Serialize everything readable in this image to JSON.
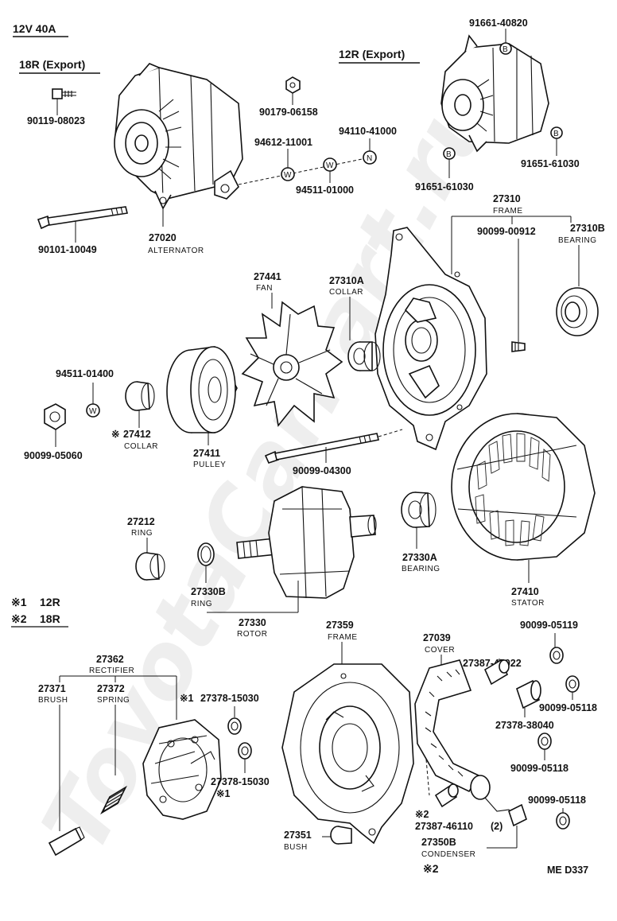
{
  "header": {
    "spec": "12V 40A",
    "variant_18r": "18R (Export)",
    "variant_12r": "12R (Export)"
  },
  "notes": {
    "note1_mark": "※1",
    "note1_text": "12R",
    "note2_mark": "※2",
    "note2_text": "18R"
  },
  "footer": {
    "code": "ME  D337"
  },
  "watermark": "ToyotaCarPart.ru",
  "parts": {
    "p90119": "90119-08023",
    "p90179": "90179-06158",
    "p94612": "94612-11001",
    "p94110": "94110-41000",
    "p94511a": "94511-01000",
    "p90101": "90101-10049",
    "p27020": "27020",
    "p27020_name": "ALTERNATOR",
    "p91661": "91661-40820",
    "p91651a": "91651-61030",
    "p91651b": "91651-61030",
    "p27310": "27310",
    "p27310_name": "FRAME",
    "p90099_00912": "90099-00912",
    "p27310b": "27310B",
    "p27310b_name": "BEARING",
    "p27441": "27441",
    "p27441_name": "FAN",
    "p27310a": "27310A",
    "p27310a_name": "COLLAR",
    "p94511b": "94511-01400",
    "p90099_05060": "90099-05060",
    "p27412_mark": "※",
    "p27412": "27412",
    "p27412_name": "COLLAR",
    "p27411": "27411",
    "p27411_name": "PULLEY",
    "p90099_04300": "90099-04300",
    "p27212": "27212",
    "p27212_name": "RING",
    "p27330b": "27330B",
    "p27330b_name": "RING",
    "p27330": "27330",
    "p27330_name": "ROTOR",
    "p27330a": "27330A",
    "p27330a_name": "BEARING",
    "p27410": "27410",
    "p27410_name": "STATOR",
    "p27362": "27362",
    "p27362_name": "RECTIFIER",
    "p27371": "27371",
    "p27371_name": "BRUSH",
    "p27372": "27372",
    "p27372_name": "SPRING",
    "p27378_a_mark": "※1",
    "p27378_a": "27378-15030",
    "p27378_b": "27378-15030",
    "p27378_b_mark": "※1",
    "p27359": "27359",
    "p27359_name": "FRAME",
    "p27039": "27039",
    "p27039_name": "COVER",
    "p27387_45022": "27387-45022",
    "p90099_05119": "90099-05119",
    "p90099_05118a": "90099-05118",
    "p27378_38040": "27378-38040",
    "p90099_05118b": "90099-05118",
    "p90099_05118c": "90099-05118",
    "p27387_46110_mark": "※2",
    "p27387_46110": "27387-46110",
    "p27387_46110_qty": "(2)",
    "p27350b": "27350B",
    "p27350b_name": "CONDENSER",
    "p27350b_mark": "※2",
    "p27351": "27351",
    "p27351_name": "BUSH"
  },
  "markers": {
    "w": "W",
    "n": "N",
    "b": "B"
  }
}
